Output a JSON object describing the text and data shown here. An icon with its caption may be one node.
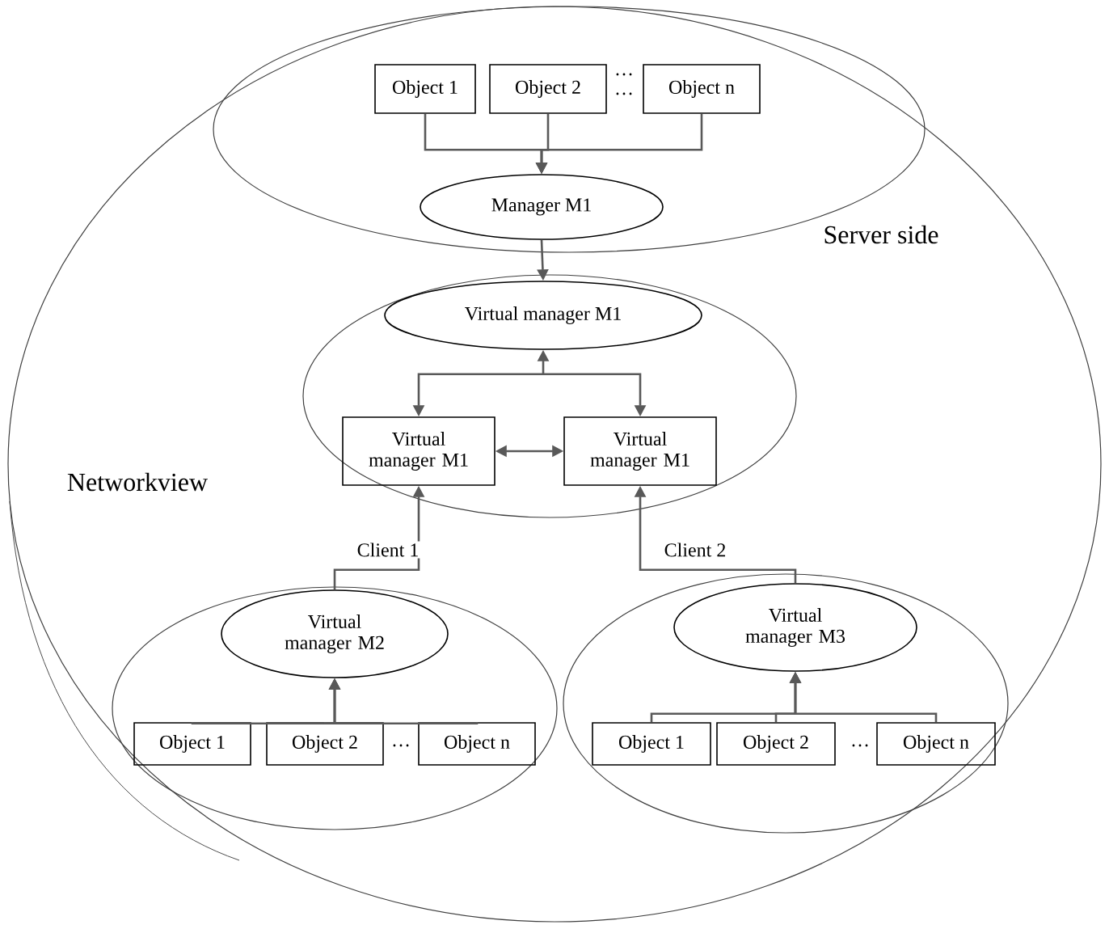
{
  "diagram": {
    "nodes": [
      {
        "text": [
          "Server side"
        ]
      },
      {
        "text": [],
        "shape": "ellipse",
        "in": 0
      },
      {
        "text": [
          "Object 1"
        ],
        "in": 1
      },
      {
        "text": [
          "Object 2"
        ],
        "in": 1
      },
      {
        "text": [
          "Object n"
        ],
        "in": 1
      },
      {
        "text": [
          "Manager M1"
        ],
        "in": 1
      },
      {
        "text": [],
        "shape": "ellipse",
        "in": 0
      },
      {
        "text": [
          "Virtual manager M1"
        ],
        "in": 6
      },
      {
        "text": [
          "Virtual manager M1"
        ],
        "in": 6
      },
      {
        "text": [
          "Virtual manager M1"
        ],
        "in": 6
      },
      {
        "text": [],
        "shape": "ellipse",
        "in": 0
      },
      {
        "text": [
          "Virtual manager M2"
        ],
        "in": 10
      },
      {
        "text": [
          "Object 1"
        ],
        "in": 10
      },
      {
        "text": [
          "Object 2"
        ],
        "in": 10
      },
      {
        "text": [
          "Object n"
        ],
        "in": 10
      },
      {
        "text": [],
        "shape": "ellipse",
        "in": 0
      },
      {
        "text": [
          "Virtual manager M3"
        ],
        "in": 15
      },
      {
        "text": [
          "Object 1"
        ],
        "in": 15
      },
      {
        "text": [
          "Object 2"
        ],
        "in": 15
      },
      {
        "text": [
          "Object n"
        ],
        "in": 15
      }
    ],
    "edges": [
      {
        "from": 2,
        "to": 5,
        "arrow": "to"
      },
      {
        "from": 3,
        "to": 5,
        "arrow": "to"
      },
      {
        "from": 4,
        "to": 5,
        "arrow": "to"
      },
      {
        "from": 5,
        "to": 7,
        "arrow": "to"
      },
      {
        "from": 7,
        "to": 8,
        "arrow": "both"
      },
      {
        "from": 7,
        "to": 9,
        "arrow": "both"
      },
      {
        "from": 8,
        "to": 9,
        "arrow": "both"
      },
      {
        "from": 11,
        "to": 8,
        "arrow": "to",
        "label": "Client 1"
      },
      {
        "from": 16,
        "to": 9,
        "arrow": "to",
        "label": "Client 2"
      },
      {
        "from": 12,
        "to": 11,
        "arrow": "to"
      },
      {
        "from": 13,
        "to": 11,
        "arrow": "to"
      },
      {
        "from": 14,
        "to": 11,
        "arrow": "to"
      },
      {
        "from": 17,
        "to": 16,
        "arrow": "to"
      },
      {
        "from": 18,
        "to": 16,
        "arrow": "to"
      },
      {
        "from": 19,
        "to": 16,
        "arrow": "to"
      }
    ],
    "labels": [
      "…",
      "…",
      "Networkview",
      "…",
      "…"
    ]
  }
}
